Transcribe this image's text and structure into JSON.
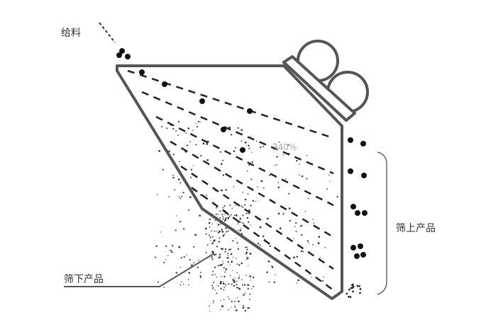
{
  "labels": {
    "feed": "给料",
    "undersize": "筛下产品",
    "oversize": "筛上产品",
    "overlay": "340%"
  },
  "colors": {
    "outline": "#555555",
    "particle": "#111111",
    "overlay": "#aaaaaa"
  }
}
